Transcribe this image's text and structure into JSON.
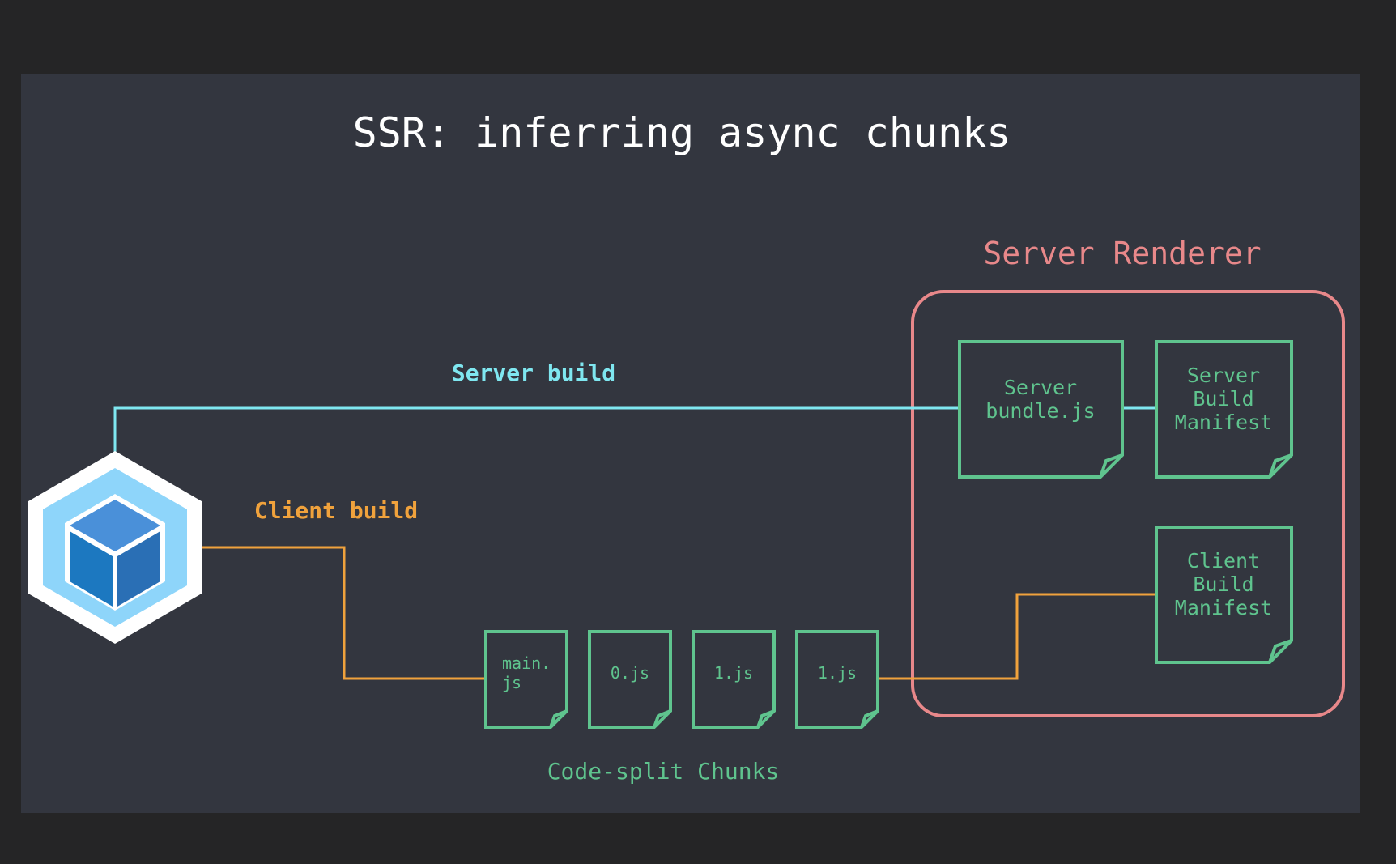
{
  "title": "SSR: inferring async chunks",
  "server_renderer_label": "Server Renderer",
  "server_build_label": "Server build",
  "client_build_label": "Client build",
  "chunks_label": "Code-split Chunks",
  "server_bundle": [
    "Server",
    "bundle.js"
  ],
  "server_manifest": [
    "Server",
    "Build",
    "Manifest"
  ],
  "client_manifest": [
    "Client",
    "Build",
    "Manifest"
  ],
  "chunks": [
    {
      "lines": [
        "main.",
        "js"
      ]
    },
    {
      "lines": [
        "0.js"
      ]
    },
    {
      "lines": [
        "1.js"
      ]
    },
    {
      "lines": [
        "1.js"
      ]
    }
  ],
  "colors": {
    "background": "#252526",
    "slide": "#33363f",
    "title": "#ffffff",
    "server_line": "#7fe7f0",
    "client_line": "#f0a23c",
    "file": "#5fc48e",
    "renderer": "#e8888a",
    "logo_outer": "#ffffff",
    "logo_light": "#8ed5fa",
    "logo_dark": "#1c78c0"
  }
}
